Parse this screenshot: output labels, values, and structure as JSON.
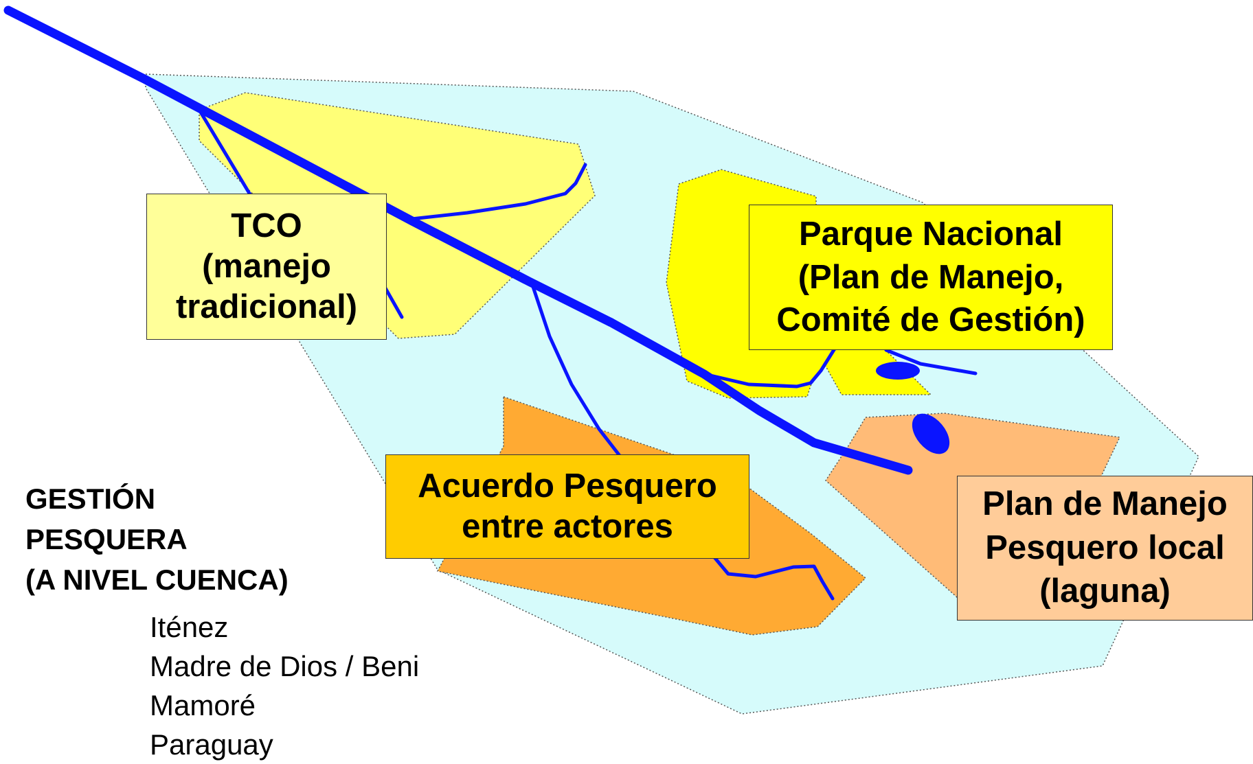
{
  "colors": {
    "basin_fill": "#d6fbfb",
    "tco_zone_fill": "#ffff77",
    "parque_zone_fill": "#ffff00",
    "acuerdo_zone_fill": "#ffaa33",
    "plan_zone_fill": "#ffbb77",
    "river": "#0a14ff",
    "tco_box_fill": "#ffff99",
    "parque_box_fill": "#ffff00",
    "acuerdo_box_fill": "#ffcc00",
    "plan_box_fill": "#ffcc99"
  },
  "boxes": {
    "tco": {
      "lines": [
        "TCO",
        "(manejo",
        "tradicional)"
      ]
    },
    "parque": {
      "lines": [
        "Parque Nacional",
        "(Plan de Manejo,",
        "Comité de Gestión)"
      ]
    },
    "acuerdo": {
      "lines": [
        "Acuerdo Pesquero",
        "entre actores"
      ]
    },
    "plan": {
      "lines": [
        "Plan de Manejo",
        "Pesquero local",
        "(laguna)"
      ]
    }
  },
  "gestion": {
    "lines": [
      "GESTIÓN",
      "PESQUERA",
      "(A NIVEL CUENCA)"
    ],
    "basins": [
      "Iténez",
      "Madre de Dios / Beni",
      "Mamoré",
      "Paraguay"
    ]
  }
}
